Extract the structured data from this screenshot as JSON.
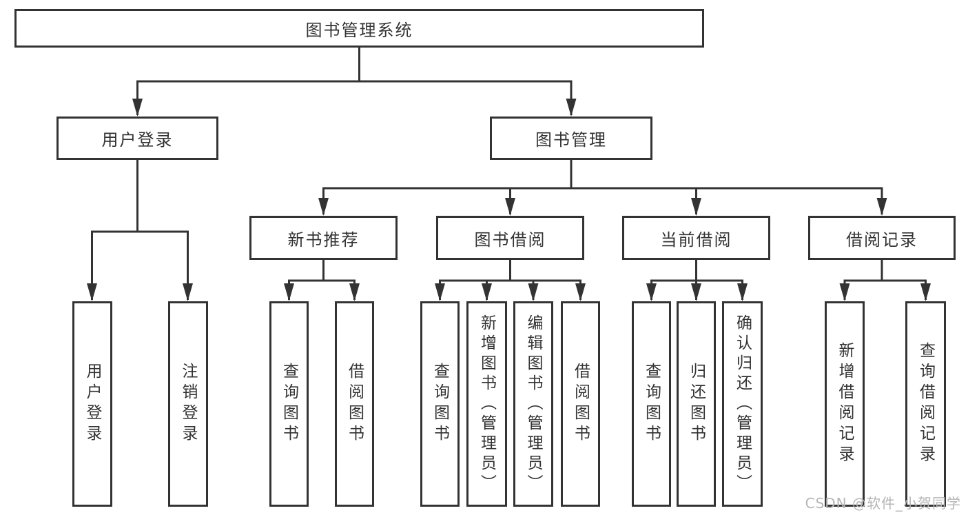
{
  "colors": {
    "line": "#333333",
    "text": "#333333",
    "watermark": "#b5b5b5",
    "background": "#ffffff"
  },
  "watermark": "CSDN @软件_小贺同学",
  "tree": {
    "label": "图书管理系统",
    "children": [
      {
        "label": "用户登录",
        "children": [
          {
            "label": "用户登录"
          },
          {
            "label": "注销登录"
          }
        ]
      },
      {
        "label": "图书管理",
        "children": [
          {
            "label": "新书推荐",
            "children": [
              {
                "label": "查询图书"
              },
              {
                "label": "借阅图书"
              }
            ]
          },
          {
            "label": "图书借阅",
            "children": [
              {
                "label": "查询图书"
              },
              {
                "label": "新增图书（管理员）"
              },
              {
                "label": "编辑图书（管理员）"
              },
              {
                "label": "借阅图书"
              }
            ]
          },
          {
            "label": "当前借阅",
            "children": [
              {
                "label": "查询图书"
              },
              {
                "label": "归还图书"
              },
              {
                "label": "确认归还（管理员）"
              }
            ]
          },
          {
            "label": "借阅记录",
            "children": [
              {
                "label": "新增借阅记录"
              },
              {
                "label": "查询借阅记录"
              }
            ]
          }
        ]
      }
    ]
  }
}
